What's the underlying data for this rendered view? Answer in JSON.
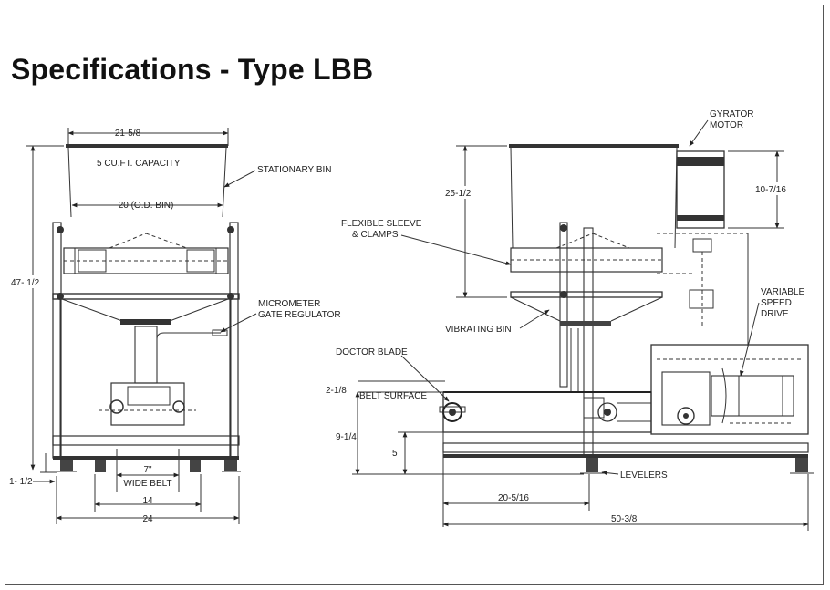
{
  "title": "Specifications -  Type LBB",
  "front_view": {
    "dim_top_width": "21-5/8",
    "capacity": "5 CU.FT. CAPACITY",
    "stationary_bin": "STATIONARY BIN",
    "dim_od_bin": "20 (O.D. BIN)",
    "dim_height": "47- 1/2",
    "micrometer_1": "MICROMETER",
    "micrometer_2": "GATE REGULATOR",
    "dim_bottom": "1- 1/2",
    "belt_width": "7\"",
    "wide_belt": "WIDE BELT",
    "dim_14": "14",
    "dim_24": "24"
  },
  "side_view": {
    "gyrator_1": "GYRATOR",
    "gyrator_2": "MOTOR",
    "dim_25": "25-1/2",
    "dim_10": "10-7/16",
    "flex_1": "FLEXIBLE SLEEVE",
    "flex_2": "& CLAMPS",
    "variable_1": "VARIABLE",
    "variable_2": "SPEED",
    "variable_3": "DRIVE",
    "vibrating": "VIBRATING BIN",
    "doctor": "DOCTOR BLADE",
    "dim_2": "2-1/8",
    "belt_surface": "BELT SURFACE",
    "dim_9": "9-1/4",
    "dim_5": "5",
    "levelers": "LEVELERS",
    "dim_20": "20-5/16",
    "dim_50": "50-3/8"
  }
}
